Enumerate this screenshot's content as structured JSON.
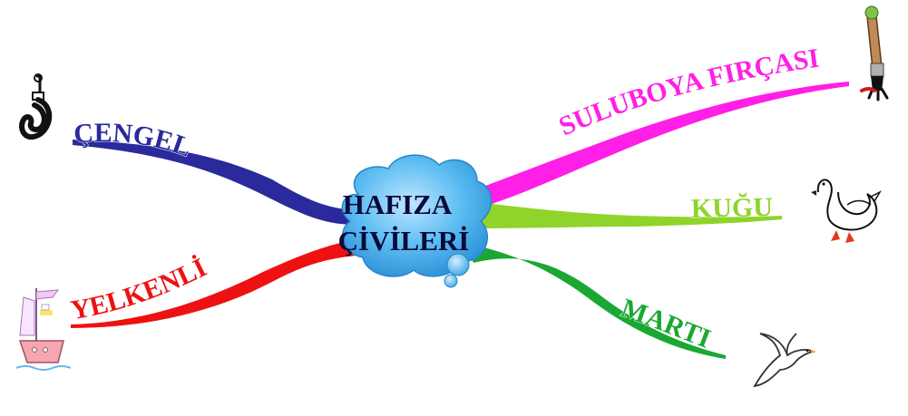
{
  "center": {
    "line1": "HAFIZA",
    "line2": "ÇİVİLERİ",
    "cloud_color": "#5bbcf2",
    "cloud_edge": "#2a86c8"
  },
  "branches": [
    {
      "id": "cengel",
      "label": "ÇENGEL",
      "color": "#2a2a9c",
      "icon": "hook-icon"
    },
    {
      "id": "yelkenli",
      "label": "YELKENLİ",
      "color": "#ee1111",
      "icon": "sailboat-icon"
    },
    {
      "id": "suluboya",
      "label": "SULUBOYA FIRÇASI",
      "color": "#ff1fe6",
      "icon": "paintbrush-icon"
    },
    {
      "id": "kugu",
      "label": "KUĞU",
      "color": "#8fd42a",
      "icon": "swan-icon"
    },
    {
      "id": "marti",
      "label": "MARTI",
      "color": "#1aa832",
      "icon": "seagull-icon"
    }
  ]
}
